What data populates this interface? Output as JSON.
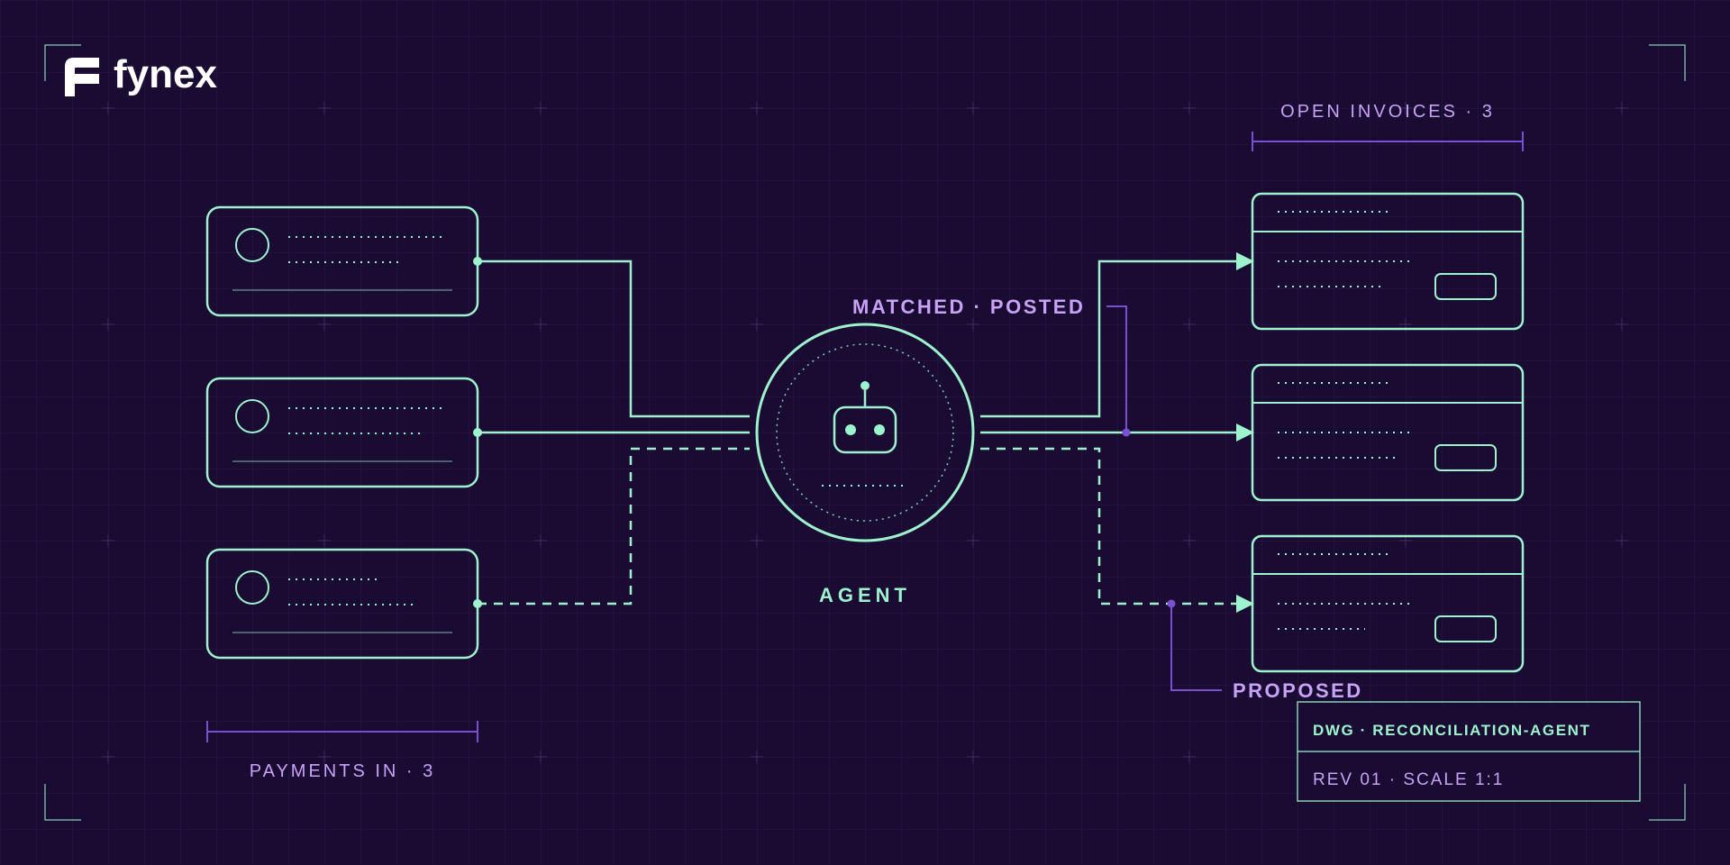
{
  "brand": {
    "name": "fynex"
  },
  "colors": {
    "background": "#1a0b33",
    "mint": "#9ef2cd",
    "violet": "#c8a2f5",
    "violet_line": "#7a4fd0",
    "white": "#ffffff"
  },
  "left_group": {
    "label": "PAYMENTS IN · 3",
    "count": 3
  },
  "right_group": {
    "label": "OPEN INVOICES · 3",
    "count": 3
  },
  "agent": {
    "label": "AGENT",
    "icon": "robot-icon"
  },
  "annotations": {
    "matched_posted": "MATCHED · POSTED",
    "proposed": "PROPOSED"
  },
  "title_block": {
    "drawing": "DWG · RECONCILIATION-AGENT",
    "revision": "REV 01 · SCALE 1:1"
  }
}
